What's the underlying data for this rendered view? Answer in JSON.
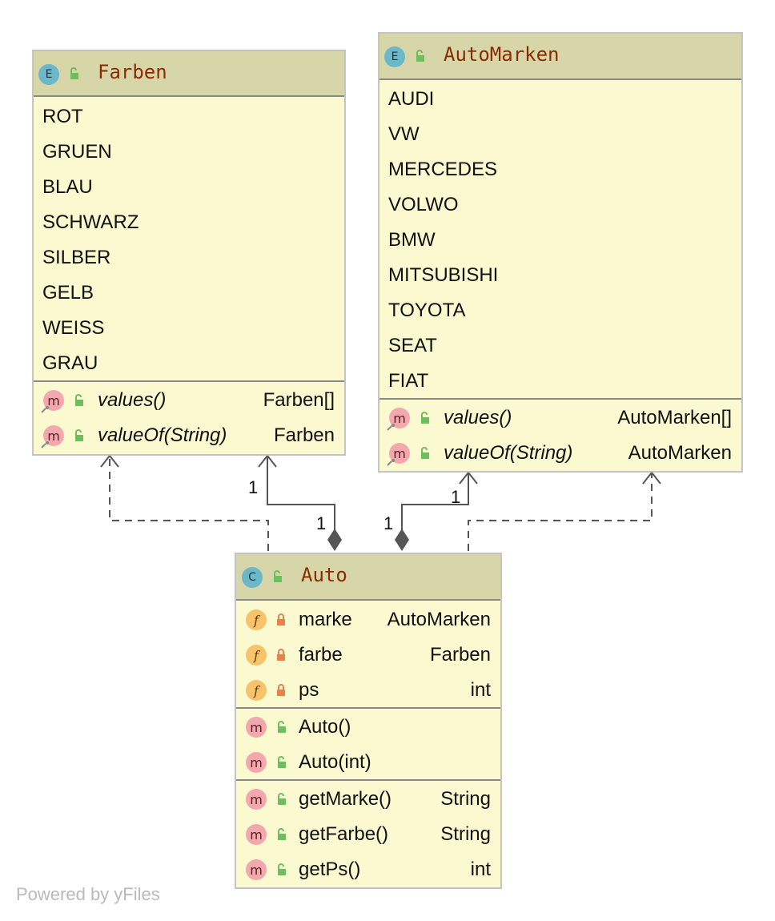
{
  "farben": {
    "name": "Farben",
    "kind_letter": "E",
    "constants": [
      "ROT",
      "GRUEN",
      "BLAU",
      "SCHWARZ",
      "SILBER",
      "GELB",
      "WEISS",
      "GRAU"
    ],
    "methods": [
      {
        "name": "values()",
        "type": "Farben[]"
      },
      {
        "name": "valueOf(String)",
        "type": "Farben"
      }
    ]
  },
  "automarken": {
    "name": "AutoMarken",
    "kind_letter": "E",
    "constants": [
      "AUDI",
      "VW",
      "MERCEDES",
      "VOLWO",
      "BMW",
      "MITSUBISHI",
      "TOYOTA",
      "SEAT",
      "FIAT"
    ],
    "methods": [
      {
        "name": "values()",
        "type": "AutoMarken[]"
      },
      {
        "name": "valueOf(String)",
        "type": "AutoMarken"
      }
    ]
  },
  "auto": {
    "name": "Auto",
    "kind_letter": "C",
    "fields": [
      {
        "name": "marke",
        "type": "AutoMarken"
      },
      {
        "name": "farbe",
        "type": "Farben"
      },
      {
        "name": "ps",
        "type": "int"
      }
    ],
    "constructors": [
      {
        "name": "Auto()"
      },
      {
        "name": "Auto(int)"
      }
    ],
    "methods": [
      {
        "name": "getMarke()",
        "type": "String"
      },
      {
        "name": "getFarbe()",
        "type": "String"
      },
      {
        "name": "getPs()",
        "type": "int"
      }
    ]
  },
  "badges": {
    "field": "f",
    "method": "m"
  },
  "multiplicities": {
    "farben_target": "1",
    "farben_source": "1",
    "marken_source": "1",
    "marken_target": "1"
  },
  "credit": "Powered by yFiles",
  "colors": {
    "class_fill": "#fbf9cf",
    "header_fill": "#d7d6a9",
    "title": "#8b2c00",
    "enum_badge": "#6ab8c9",
    "method_badge": "#f2a8ad",
    "field_badge": "#f8c36b",
    "public_lock": "#6cbf5c",
    "private_lock": "#e8824a",
    "edge": "#555555"
  }
}
